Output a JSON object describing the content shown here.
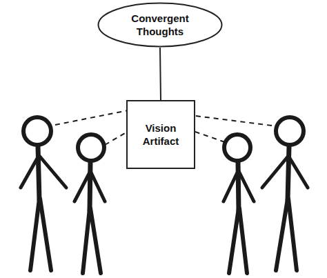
{
  "diagram": {
    "nodes": [
      {
        "text": [
          "Convergent Thoughts"
        ]
      },
      {
        "text": [
          "Vision Artifact"
        ]
      }
    ],
    "edges": [
      {
        "from": 0,
        "to": 1,
        "arrow": "none"
      }
    ]
  }
}
